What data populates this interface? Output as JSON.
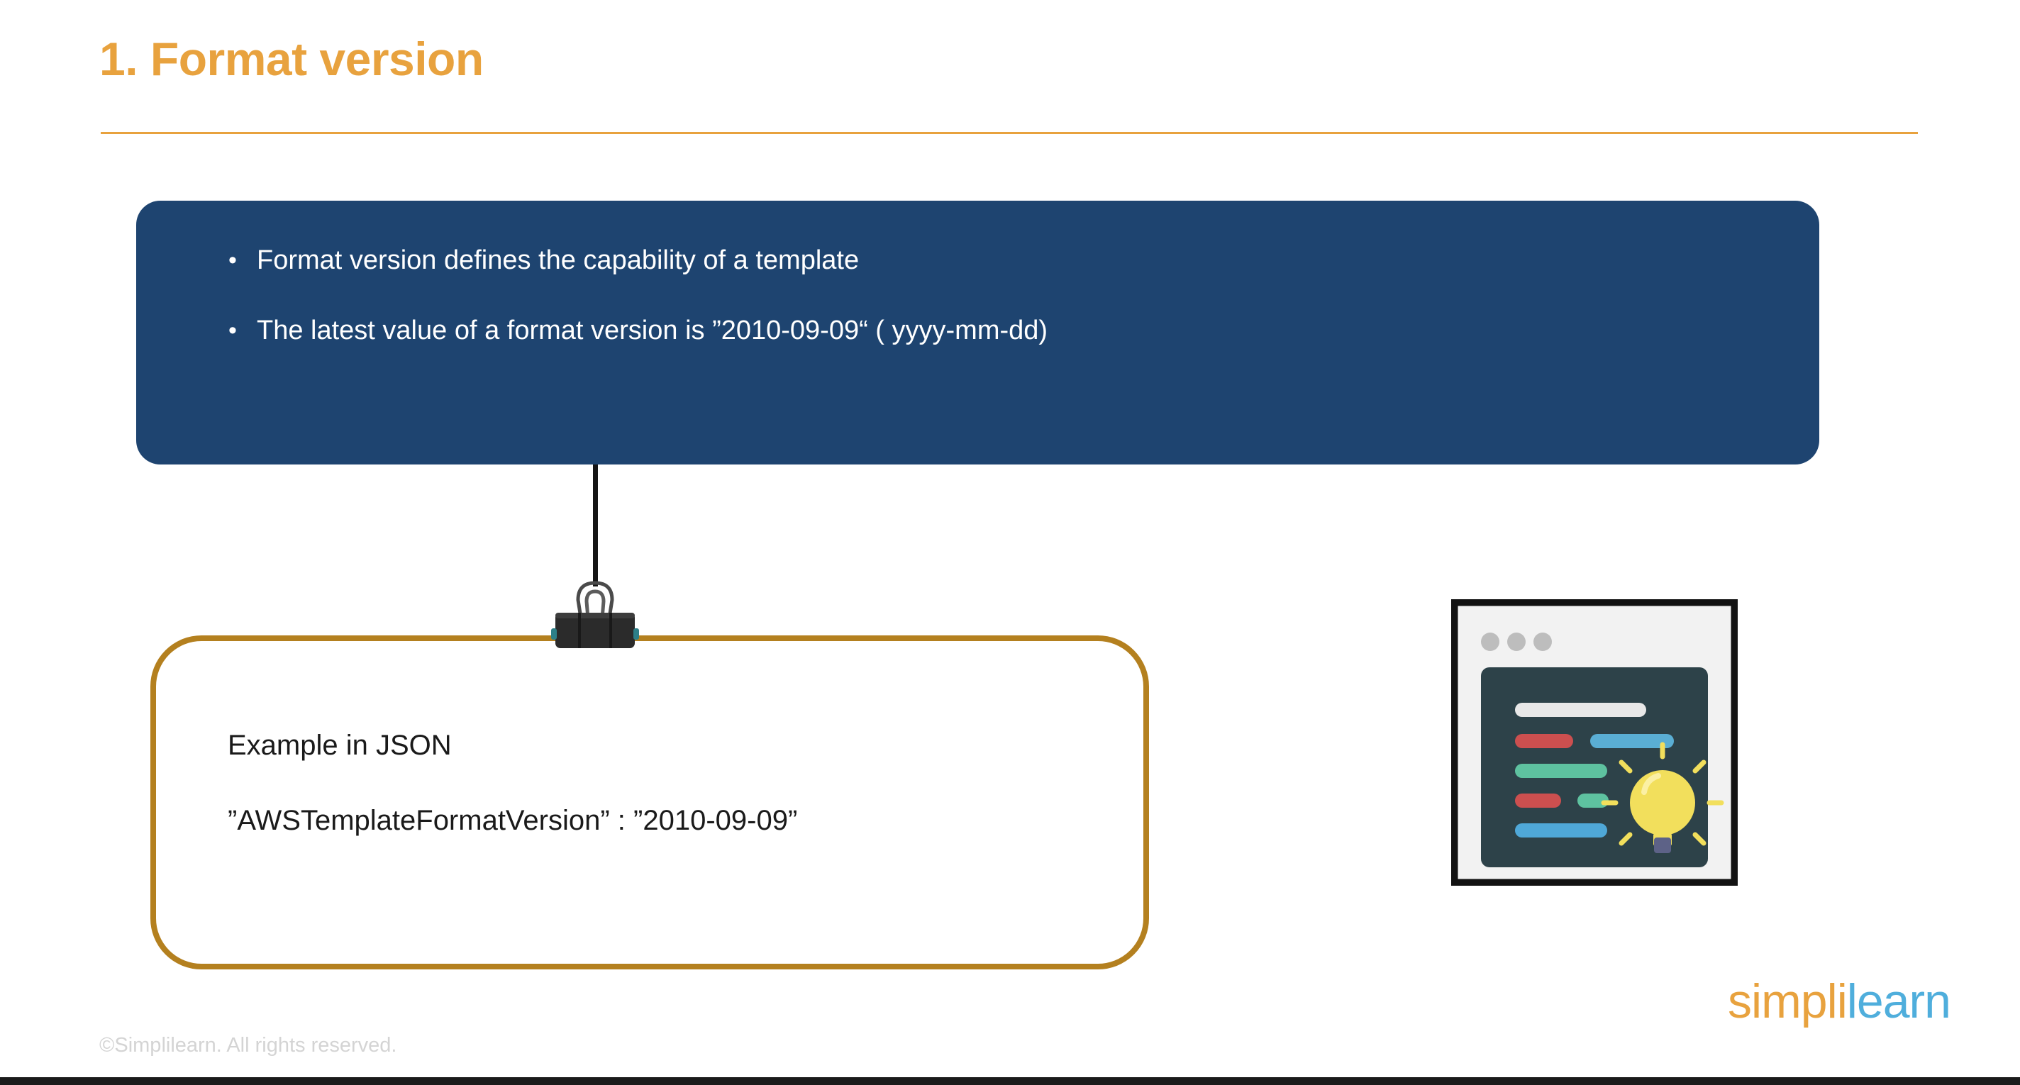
{
  "slide": {
    "title": "1. Format version",
    "accent_color": "#E8A23E",
    "panel_color": "#1E4470",
    "box_border_color": "#B4801F"
  },
  "blue_panel": {
    "bullet_marker": "•",
    "bullets": [
      "Format version defines the capability of a template",
      "The latest value of a format version is ”2010-09-09“ ( yyyy-mm-dd)"
    ]
  },
  "example_box": {
    "heading": "Example in JSON",
    "code": "”AWSTemplateFormatVersion” : ”2010-09-09”"
  },
  "illustration": {
    "name": "code-window-lightbulb-illustration",
    "window_dots": 3,
    "code_line_colors": [
      "#e8e8e8",
      "#cc4f4f",
      "#5aaed4",
      "#5ec2a0",
      "#cc4f4f",
      "#5ec2a0",
      "#4fa8d8"
    ],
    "editor_bg": "#2d4249",
    "bulb_color": "#F2DF5C"
  },
  "footer": {
    "copyright": "©Simplilearn. All rights reserved.",
    "logo": {
      "part_a": "simpl",
      "part_i": "i",
      "part_b": "learn"
    }
  }
}
